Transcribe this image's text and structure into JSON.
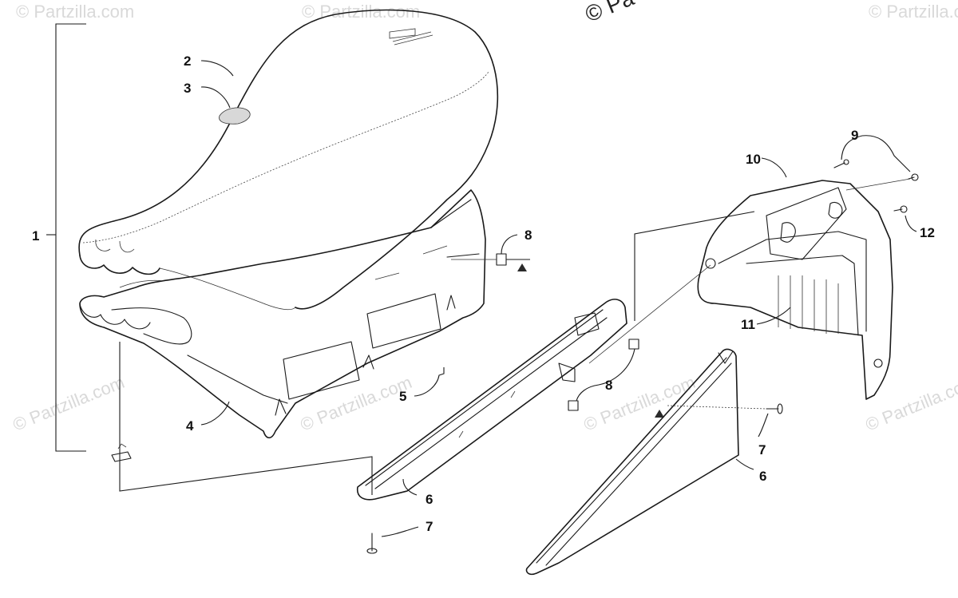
{
  "watermarks": [
    "© Partzilla.com",
    "© Partzilla.com",
    "© Partzilla.com",
    "© Partzilla.com",
    "© Partzilla.com",
    "© Partzilla.com",
    "© Partzilla.com",
    "© Pa"
  ],
  "callouts": [
    {
      "id": "1",
      "label": "1"
    },
    {
      "id": "2",
      "label": "2"
    },
    {
      "id": "3",
      "label": "3"
    },
    {
      "id": "4",
      "label": "4"
    },
    {
      "id": "5",
      "label": "5"
    },
    {
      "id": "6a",
      "label": "6"
    },
    {
      "id": "6b",
      "label": "6"
    },
    {
      "id": "7a",
      "label": "7"
    },
    {
      "id": "7b",
      "label": "7"
    },
    {
      "id": "8a",
      "label": "8"
    },
    {
      "id": "8b",
      "label": "8"
    },
    {
      "id": "9",
      "label": "9"
    },
    {
      "id": "10",
      "label": "10"
    },
    {
      "id": "11",
      "label": "11"
    },
    {
      "id": "12",
      "label": "12"
    }
  ]
}
